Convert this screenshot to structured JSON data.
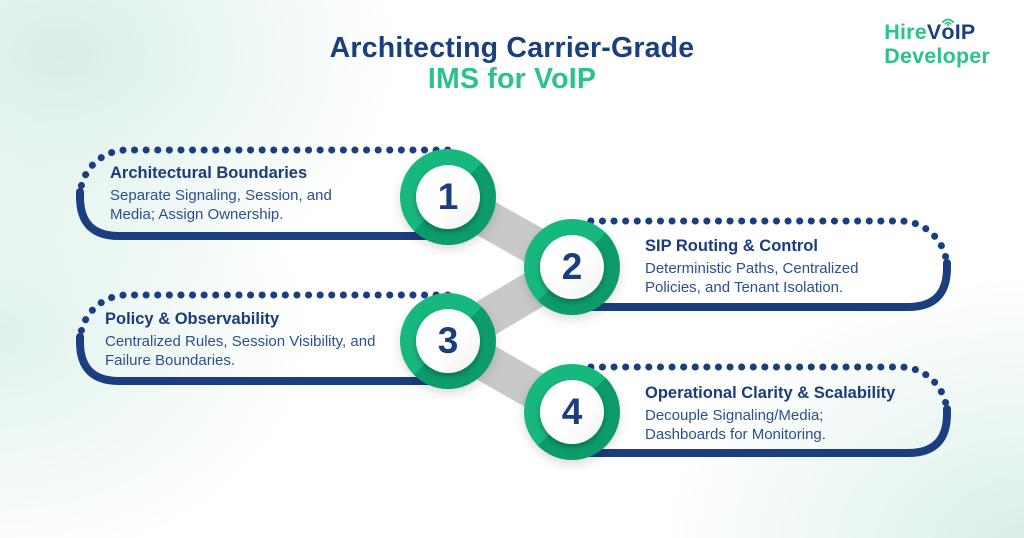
{
  "title": {
    "line1": "Architecting Carrier-Grade",
    "line2": "IMS for VoIP"
  },
  "logo": {
    "hire": "Hire",
    "v": "V",
    "o": "o",
    "ip": "IP",
    "developer": "Developer"
  },
  "items": [
    {
      "number": "1",
      "title": "Architectural Boundaries",
      "description": "Separate Signaling, Session, and Media; Assign Ownership.",
      "side": "left"
    },
    {
      "number": "2",
      "title": "SIP Routing & Control",
      "description": "Deterministic Paths, Centralized Policies, and Tenant Isolation.",
      "side": "right"
    },
    {
      "number": "3",
      "title": "Policy & Observability",
      "description": "Centralized Rules, Session Visibility, and Failure Boundaries.",
      "side": "left"
    },
    {
      "number": "4",
      "title": "Operational Clarity & Scalability",
      "description": "Decouple Signaling/Media; Dashboards for Monitoring.",
      "side": "right"
    }
  ],
  "colors": {
    "navy": "#1b3e7f",
    "green_accent": "#2bc389",
    "ring_green": "#17b87e",
    "ring_green_shadow": "#0d9c69",
    "connector_gray": "#c9c9c9",
    "body_text": "#2d4f8d",
    "background_mint": "#d9efe7"
  }
}
